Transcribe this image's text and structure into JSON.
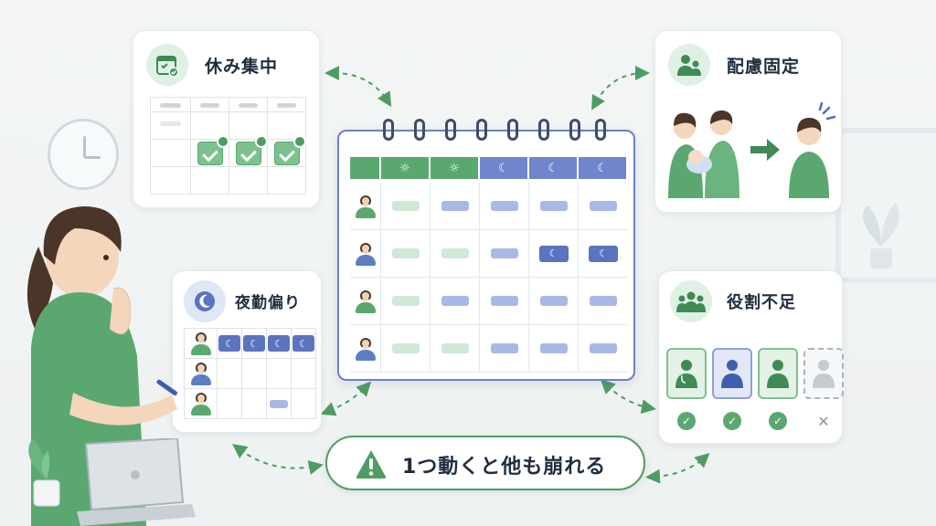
{
  "cards": {
    "rest": {
      "title": "休み集中",
      "icon": "calendar-check-icon"
    },
    "care": {
      "title": "配慮固定",
      "icon": "people-icon"
    },
    "night": {
      "title": "夜勤偏り",
      "icon": "moon-icon"
    },
    "role": {
      "title": "役割不足",
      "icon": "team-icon"
    }
  },
  "banner": {
    "text": "1つ動くと他も崩れる",
    "icon": "warning-icon"
  },
  "calendar": {
    "header": [
      {
        "type": "blank",
        "color": "green"
      },
      {
        "type": "day",
        "glyph": "☼",
        "color": "green"
      },
      {
        "type": "day",
        "glyph": "☼",
        "color": "green"
      },
      {
        "type": "night",
        "glyph": "☾",
        "color": "blue"
      },
      {
        "type": "night",
        "glyph": "☾",
        "color": "blue"
      },
      {
        "type": "night",
        "glyph": "☾",
        "color": "blue"
      }
    ],
    "rows": [
      {
        "avatar": "female",
        "cells": [
          "g",
          "b",
          "b",
          "b",
          "b"
        ]
      },
      {
        "avatar": "male",
        "cells": [
          "g",
          "g",
          "b",
          "bd",
          "bd"
        ]
      },
      {
        "avatar": "female",
        "cells": [
          "g",
          "b",
          "b",
          "b",
          "b"
        ]
      },
      {
        "avatar": "male",
        "cells": [
          "g",
          "g",
          "b",
          "b",
          "b"
        ]
      }
    ],
    "moon_glyph": "☾"
  },
  "colors": {
    "green": "#5aa870",
    "blue": "#6f86cc",
    "dark_blue": "#5c73bf",
    "border_blue": "#6b82c2"
  },
  "role": {
    "slots": [
      {
        "kind": "doctor",
        "status": "✓"
      },
      {
        "kind": "staff",
        "status": "✓"
      },
      {
        "kind": "staff",
        "status": "✓"
      },
      {
        "kind": "empty",
        "status": "✕"
      }
    ]
  }
}
